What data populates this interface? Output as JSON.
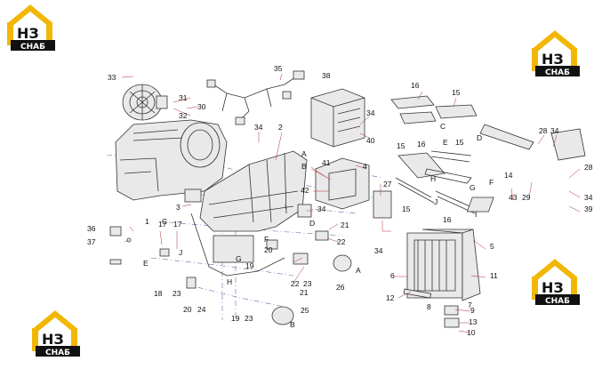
{
  "logo": {
    "letters": "НЗ",
    "label": "СНАБ",
    "colors": {
      "bracket": "#f2b705",
      "badge": "#111111",
      "text": "#ffffff"
    }
  },
  "callouts": [
    "1",
    "2",
    "3",
    "4",
    "5",
    "6",
    "7",
    "8",
    "9",
    "10",
    "11",
    "12",
    "13",
    "14",
    "15",
    "16",
    "17",
    "18",
    "19",
    "20",
    "21",
    "22",
    "23",
    "24",
    "25",
    "26",
    "27",
    "28",
    "29",
    "30",
    "31",
    "32",
    "33",
    "34",
    "35",
    "36",
    "37",
    "38",
    "39",
    "40",
    "41",
    "42",
    "43"
  ],
  "refs": [
    "A",
    "B",
    "C",
    "D",
    "E",
    "F",
    "G",
    "H",
    "I",
    "J"
  ],
  "colors": {
    "lead": "#b03030",
    "dash": "#6a6aa8",
    "stroke": "#333333"
  }
}
